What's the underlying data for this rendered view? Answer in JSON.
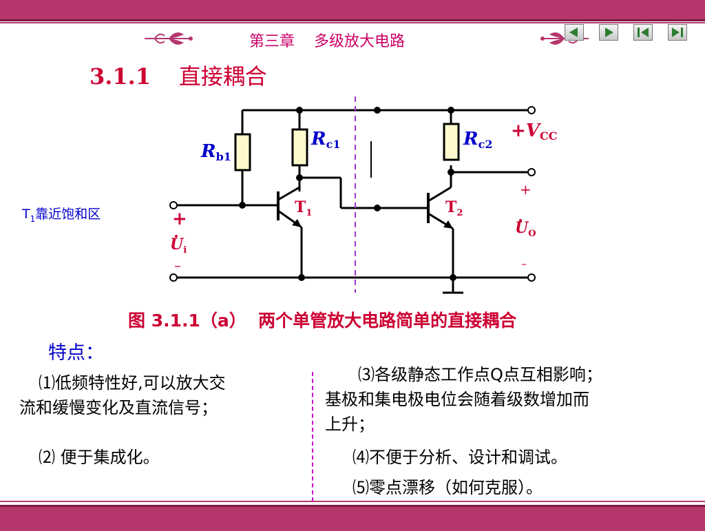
{
  "header": {
    "chapter_title": "第三章    多级放大电路",
    "nav": [
      {
        "name": "prev-slide-button",
        "icon": "triangle-left-icon"
      },
      {
        "name": "next-slide-button",
        "icon": "triangle-right-icon"
      },
      {
        "name": "first-slide-button",
        "icon": "skip-first-icon"
      },
      {
        "name": "last-slide-button",
        "icon": "skip-last-icon"
      }
    ]
  },
  "section": {
    "number": "3.1.1",
    "title": "直接耦合"
  },
  "t1_note": {
    "prefix": "T",
    "sub": "1",
    "text": "靠近饱和区"
  },
  "circuit": {
    "rb1": {
      "main": "R",
      "sub": "b1"
    },
    "rc1": {
      "main": "R",
      "sub": "c1"
    },
    "rc2": {
      "main": "R",
      "sub": "c2"
    },
    "vcc": {
      "plus": "+",
      "main": "V",
      "sub": "CC"
    },
    "t1": {
      "main": "T",
      "sub": "1"
    },
    "t2": {
      "main": "T",
      "sub": "2"
    },
    "ui": {
      "plus": "+",
      "main": "U",
      "sub": "i",
      "minus": "–"
    },
    "uo": {
      "plus": "+",
      "main": "U",
      "sub": "O",
      "minus": "–"
    }
  },
  "figure_caption": "图 3.1.1（a）  两个单管放大电路简单的直接耦合",
  "features_label": "特点：",
  "points": {
    "p1_line1": "⑴低频特性好,可以放大交",
    "p1_line2": "流和缓慢变化及直流信号；",
    "p2": "⑵ 便于集成化。",
    "p3_line1": "⑶各级静态工作点Q点互相影响；",
    "p3_line2": "基极和集电极电位会随着级数增加而",
    "p3_line3": "上升；",
    "p4": "⑷不便于分析、设计和调试。",
    "p5": "⑸零点漂移（如何克服）。"
  },
  "colors": {
    "accent": "#b5376e",
    "title_red": "#cc0033",
    "blue": "#0000cc",
    "resistor": "#fffacd"
  }
}
